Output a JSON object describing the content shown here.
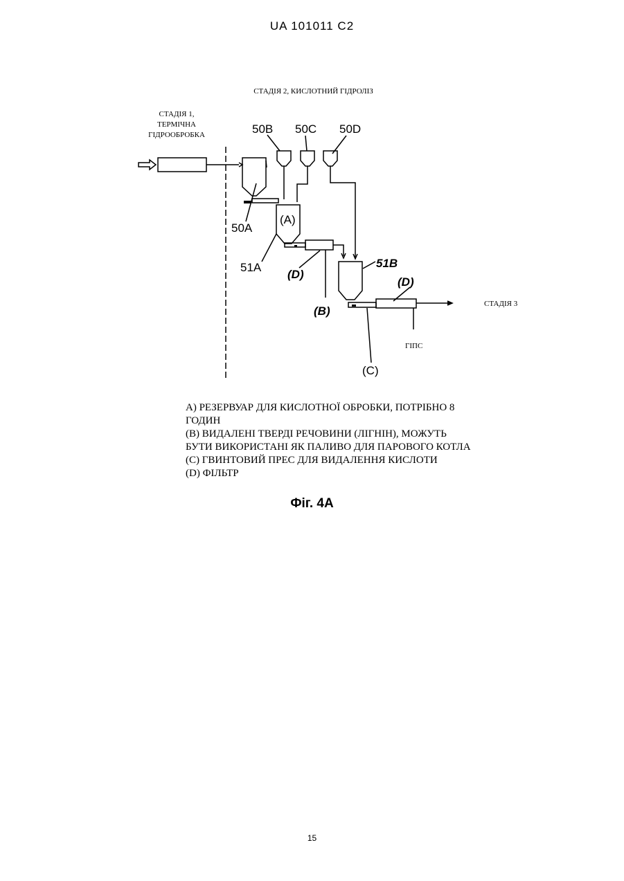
{
  "header": {
    "doc_id": "UA   101011   C2"
  },
  "figure": {
    "stage2_title": "СТАДІЯ 2, КИСЛОТНИЙ ГІДРОЛІЗ",
    "stage1_lines": [
      "СТАДІЯ 1,",
      "ТЕРМІЧНА",
      "ГІДРООБРОБКА"
    ],
    "stage3_label": "СТАДІЯ 3",
    "gips_label": "ГІПС",
    "labels": {
      "l50A": "50A",
      "l50B": "50B",
      "l50C": "50C",
      "l50D": "50D",
      "l51A": "51A",
      "l51B": "51B",
      "tankA": "(A)",
      "d1": "(D)",
      "d2": "(D)",
      "b": "(B)",
      "c": "(C)"
    }
  },
  "legend": [
    "A) РЕЗЕРВУАР ДЛЯ КИСЛОТНОЇ ОБРОБКИ, ПОТРІБНО 8",
    "ГОДИН",
    "(B) ВИДАЛЕНІ ТВЕРДІ РЕЧОВИНИ (ЛІГНІН), МОЖУТЬ",
    "БУТИ ВИКОРИСТАНІ ЯК ПАЛИВО ДЛЯ ПАРОВОГО КОТЛА",
    "(C) ГВИНТОВИЙ ПРЕС ДЛЯ ВИДАЛЕННЯ КИСЛОТИ",
    "(D) ФІЛЬТР"
  ],
  "caption": "Фіг. 4А",
  "page_number": "15"
}
